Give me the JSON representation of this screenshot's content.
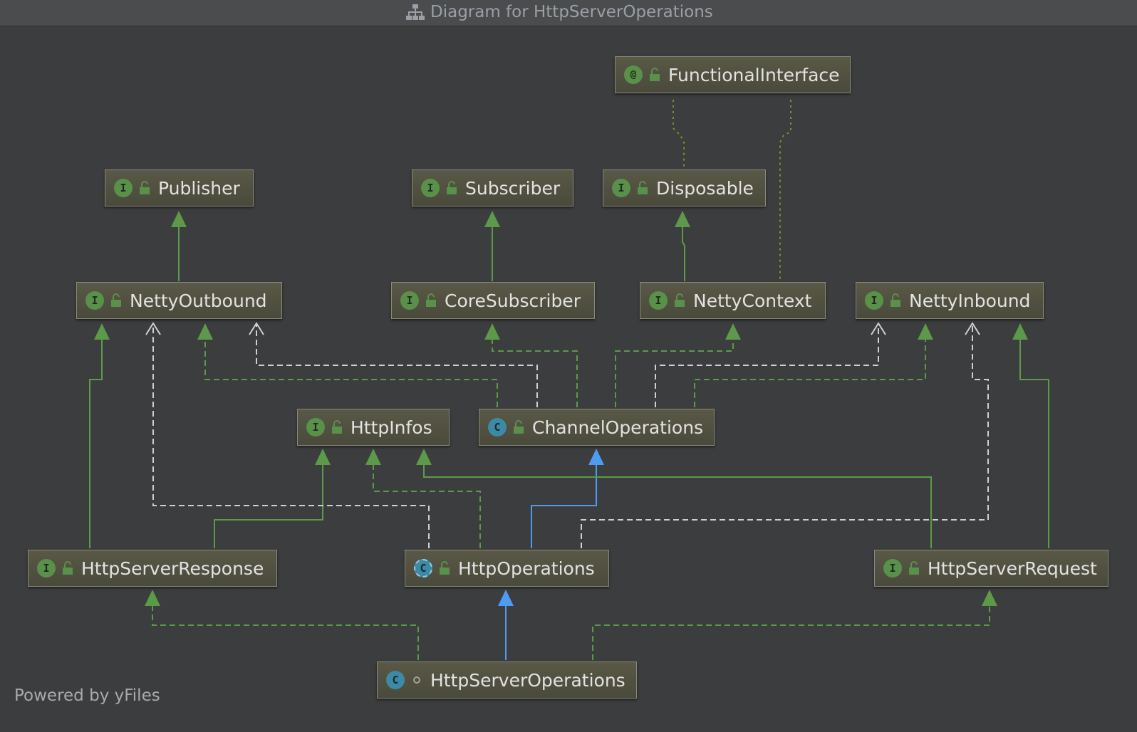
{
  "window": {
    "title": "Diagram for HttpServerOperations",
    "footer": "Powered by yFiles"
  },
  "colors": {
    "inheritance_interface": "#5c9a4a",
    "inheritance_class": "#4f9bf0",
    "implements": "#5c9a4a",
    "dependency": "#d0d0d0",
    "annotation": "#7a8f2e"
  },
  "nodes": [
    {
      "id": "FunctionalInterface",
      "label": "FunctionalInterface",
      "kind": "annotation",
      "icon": "annotation-icon"
    },
    {
      "id": "Publisher",
      "label": "Publisher",
      "kind": "interface",
      "icon": "interface-icon"
    },
    {
      "id": "Subscriber",
      "label": "Subscriber",
      "kind": "interface",
      "icon": "interface-icon"
    },
    {
      "id": "Disposable",
      "label": "Disposable",
      "kind": "interface",
      "icon": "interface-icon"
    },
    {
      "id": "NettyOutbound",
      "label": "NettyOutbound",
      "kind": "interface",
      "icon": "interface-icon"
    },
    {
      "id": "CoreSubscriber",
      "label": "CoreSubscriber",
      "kind": "interface",
      "icon": "interface-icon"
    },
    {
      "id": "NettyContext",
      "label": "NettyContext",
      "kind": "interface",
      "icon": "interface-icon"
    },
    {
      "id": "NettyInbound",
      "label": "NettyInbound",
      "kind": "interface",
      "icon": "interface-icon"
    },
    {
      "id": "HttpInfos",
      "label": "HttpInfos",
      "kind": "interface",
      "icon": "interface-icon"
    },
    {
      "id": "ChannelOperations",
      "label": "ChannelOperations",
      "kind": "class",
      "icon": "class-icon"
    },
    {
      "id": "HttpServerResponse",
      "label": "HttpServerResponse",
      "kind": "interface",
      "icon": "interface-icon"
    },
    {
      "id": "HttpOperations",
      "label": "HttpOperations",
      "kind": "abstract-class",
      "icon": "abstract-class-icon"
    },
    {
      "id": "HttpServerRequest",
      "label": "HttpServerRequest",
      "kind": "interface",
      "icon": "interface-icon"
    },
    {
      "id": "HttpServerOperations",
      "label": "HttpServerOperations",
      "kind": "class",
      "icon": "class-icon"
    }
  ],
  "edges": [
    {
      "from": "NettyOutbound",
      "to": "Publisher",
      "type": "extends"
    },
    {
      "from": "CoreSubscriber",
      "to": "Subscriber",
      "type": "extends"
    },
    {
      "from": "NettyContext",
      "to": "Disposable",
      "type": "extends"
    },
    {
      "from": "Disposable",
      "to": "FunctionalInterface",
      "type": "annotated"
    },
    {
      "from": "NettyContext",
      "to": "FunctionalInterface",
      "type": "annotated"
    },
    {
      "from": "ChannelOperations",
      "to": "NettyOutbound",
      "type": "implements"
    },
    {
      "from": "ChannelOperations",
      "to": "NettyOutbound",
      "type": "dependency"
    },
    {
      "from": "ChannelOperations",
      "to": "CoreSubscriber",
      "type": "implements"
    },
    {
      "from": "ChannelOperations",
      "to": "NettyContext",
      "type": "implements"
    },
    {
      "from": "ChannelOperations",
      "to": "NettyInbound",
      "type": "implements"
    },
    {
      "from": "ChannelOperations",
      "to": "NettyInbound",
      "type": "dependency"
    },
    {
      "from": "HttpServerResponse",
      "to": "NettyOutbound",
      "type": "extends"
    },
    {
      "from": "HttpServerResponse",
      "to": "HttpInfos",
      "type": "extends"
    },
    {
      "from": "HttpOperations",
      "to": "ChannelOperations",
      "type": "extends-class"
    },
    {
      "from": "HttpOperations",
      "to": "HttpInfos",
      "type": "implements"
    },
    {
      "from": "HttpOperations",
      "to": "NettyOutbound",
      "type": "dependency"
    },
    {
      "from": "HttpOperations",
      "to": "NettyInbound",
      "type": "dependency"
    },
    {
      "from": "HttpServerRequest",
      "to": "HttpInfos",
      "type": "extends"
    },
    {
      "from": "HttpServerRequest",
      "to": "NettyInbound",
      "type": "extends"
    },
    {
      "from": "HttpServerOperations",
      "to": "HttpOperations",
      "type": "extends-class"
    },
    {
      "from": "HttpServerOperations",
      "to": "HttpServerResponse",
      "type": "implements"
    },
    {
      "from": "HttpServerOperations",
      "to": "HttpServerRequest",
      "type": "implements"
    }
  ]
}
